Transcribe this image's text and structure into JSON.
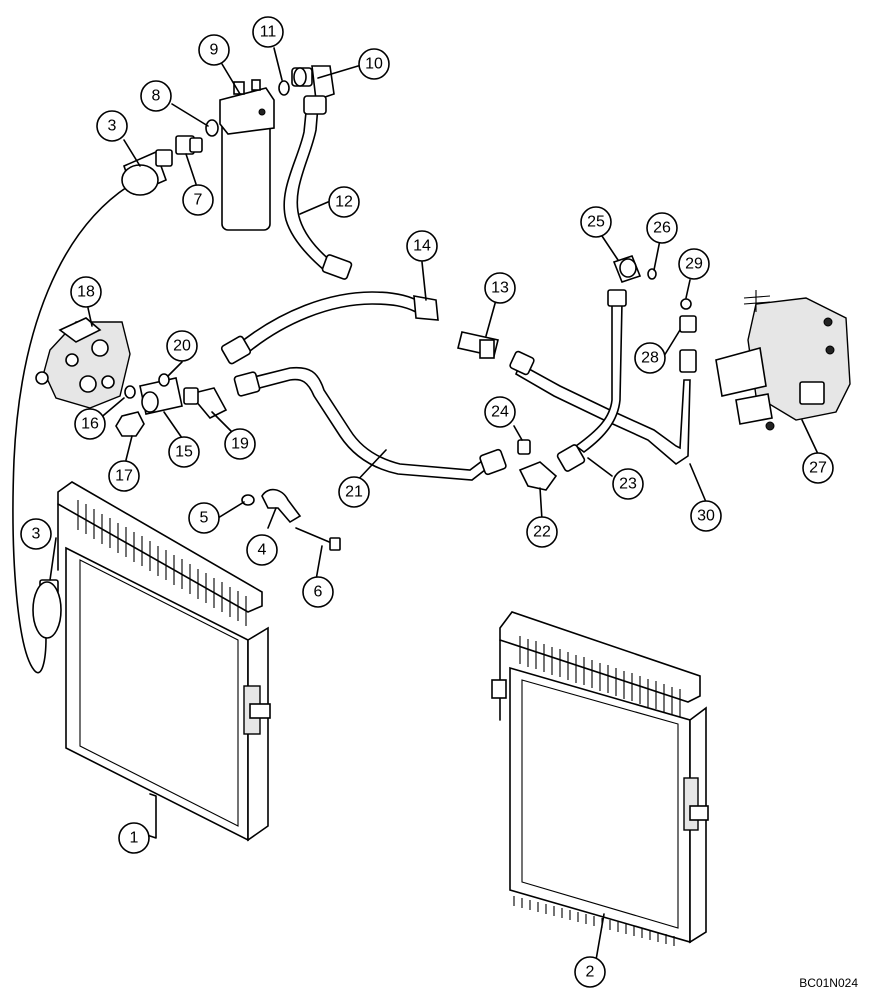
{
  "diagram": {
    "reference_code": "BC01N024",
    "callouts": [
      {
        "id": "c1",
        "label": "1"
      },
      {
        "id": "c2",
        "label": "2"
      },
      {
        "id": "c3a",
        "label": "3"
      },
      {
        "id": "c3b",
        "label": "3"
      },
      {
        "id": "c4",
        "label": "4"
      },
      {
        "id": "c5",
        "label": "5"
      },
      {
        "id": "c6",
        "label": "6"
      },
      {
        "id": "c7",
        "label": "7"
      },
      {
        "id": "c8",
        "label": "8"
      },
      {
        "id": "c9",
        "label": "9"
      },
      {
        "id": "c10",
        "label": "10"
      },
      {
        "id": "c11",
        "label": "11"
      },
      {
        "id": "c12",
        "label": "12"
      },
      {
        "id": "c13",
        "label": "13"
      },
      {
        "id": "c14",
        "label": "14"
      },
      {
        "id": "c15",
        "label": "15"
      },
      {
        "id": "c16",
        "label": "16"
      },
      {
        "id": "c17",
        "label": "17"
      },
      {
        "id": "c18",
        "label": "18"
      },
      {
        "id": "c19",
        "label": "19"
      },
      {
        "id": "c20",
        "label": "20"
      },
      {
        "id": "c21",
        "label": "21"
      },
      {
        "id": "c22",
        "label": "22"
      },
      {
        "id": "c23",
        "label": "23"
      },
      {
        "id": "c24",
        "label": "24"
      },
      {
        "id": "c25",
        "label": "25"
      },
      {
        "id": "c26",
        "label": "26"
      },
      {
        "id": "c27",
        "label": "27"
      },
      {
        "id": "c28",
        "label": "28"
      },
      {
        "id": "c29",
        "label": "29"
      },
      {
        "id": "c30",
        "label": "30"
      }
    ]
  }
}
